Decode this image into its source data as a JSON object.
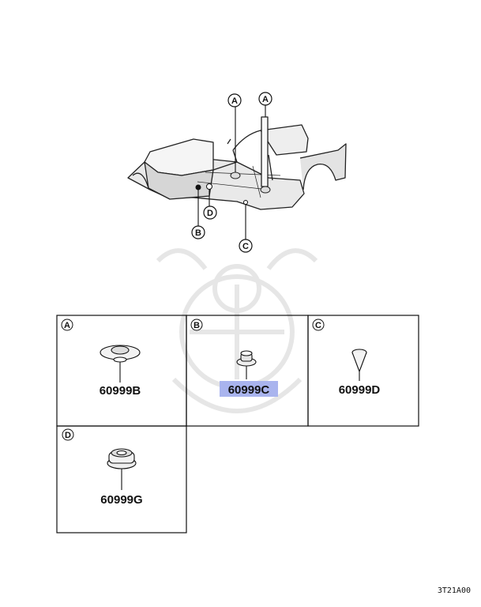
{
  "callouts": {
    "a": "A",
    "b": "B",
    "c": "C",
    "d": "D"
  },
  "parts": {
    "a": {
      "letter": "A",
      "number": "60999B"
    },
    "b": {
      "letter": "B",
      "number": "60999C",
      "highlighted": true
    },
    "c": {
      "letter": "C",
      "number": "60999D"
    },
    "d": {
      "letter": "D",
      "number": "60999G"
    }
  },
  "diagram_code": "3T21A00",
  "colors": {
    "highlight": "#a9b4ee",
    "ink": "#111111"
  }
}
